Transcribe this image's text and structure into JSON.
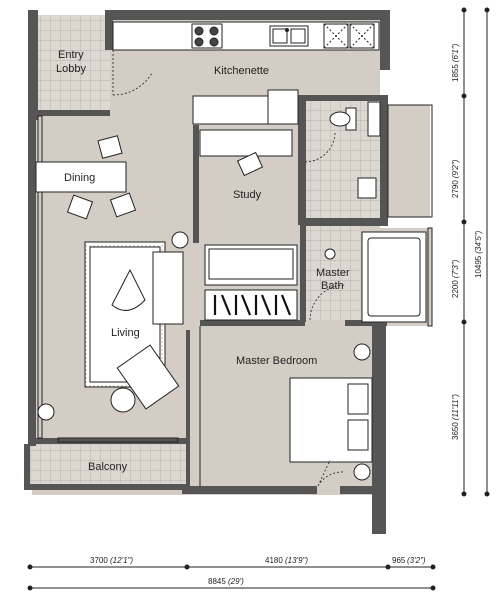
{
  "rooms": {
    "entry_lobby_line1": "Entry",
    "entry_lobby_line2": "Lobby",
    "kitchenette": "Kitchenette",
    "dining": "Dining",
    "study": "Study",
    "master_bath_line1": "Master",
    "master_bath_line2": "Bath",
    "living": "Living",
    "master_bedroom": "Master Bedroom",
    "balcony": "Balcony"
  },
  "dimensions": {
    "bottom": {
      "seg1_mm": "3700",
      "seg1_ft": "(12'1\")",
      "seg2_mm": "4180",
      "seg2_ft": "(13'9\")",
      "seg3_mm": "965",
      "seg3_ft": "(3'2\")",
      "total_mm": "8845",
      "total_ft": "(29')"
    },
    "right": {
      "seg1_mm": "1855",
      "seg1_ft": "(6'1\")",
      "seg2_mm": "2790",
      "seg2_ft": "(9'2\")",
      "seg3_mm": "2200",
      "seg3_ft": "(7'3\")",
      "seg4_mm": "3650",
      "seg4_ft": "(11'11\")",
      "total_mm": "10495",
      "total_ft": "(34'5\")"
    }
  },
  "colors": {
    "floor": "#d3cdc5",
    "wall": "#555555",
    "tile": "#d9d5cf",
    "rug": "#ffffff",
    "line": "#222222"
  }
}
